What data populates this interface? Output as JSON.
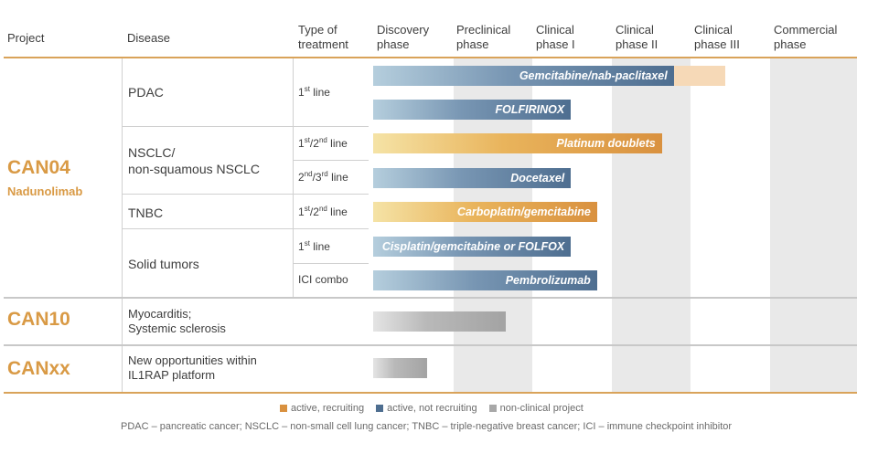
{
  "headers": {
    "project": "Project",
    "disease": "Disease",
    "treatment": "Type of\ntreatment",
    "phases": [
      "Discovery\nphase",
      "Preclinical\nphase",
      "Clinical\nphase I",
      "Clinical\nphase II",
      "Clinical\nphase III",
      "Commercial\nphase"
    ]
  },
  "projects": {
    "can04": {
      "name": "CAN04",
      "sub": "Nadunolimab"
    },
    "can10": {
      "name": "CAN10"
    },
    "canxx": {
      "name": "CANxx"
    }
  },
  "diseases": {
    "pdac": "PDAC",
    "nsclc": "NSCLC/\nnon-squamous NSCLC",
    "tnbc": "TNBC",
    "solid": "Solid tumors",
    "myo": "Myocarditis;\nSystemic sclerosis",
    "newopp": "New opportunities within\nIL1RAP platform"
  },
  "treatments": {
    "t1": {
      "pre": "1",
      "sup": "st",
      "post": " line"
    },
    "t2": {
      "pre": "1",
      "sup": "st",
      "mid": "/2",
      "sup2": "nd",
      "post": " line"
    },
    "t3": {
      "pre": "2",
      "sup": "nd",
      "mid": "/3",
      "sup2": "rd",
      "post": " line"
    },
    "t4": {
      "pre": "1",
      "sup": "st",
      "mid": "/2",
      "sup2": "nd",
      "post": " line"
    },
    "t5": {
      "pre": "1",
      "sup": "st",
      "post": " line"
    },
    "t6": {
      "pre": "ICI",
      "post": " combo"
    }
  },
  "colors": {
    "active_recruiting": "#d9913f",
    "active_not_recruiting": "#4e6e90",
    "non_clinical": "#a8a8a8",
    "accent": "#d99a45",
    "planned": "#f6d9b7"
  },
  "chart_data": {
    "type": "bar",
    "categories": [
      "Discovery phase",
      "Preclinical phase",
      "Clinical phase I",
      "Clinical phase II",
      "Clinical phase III",
      "Commercial phase"
    ],
    "bars": [
      {
        "project": "CAN04",
        "disease": "PDAC",
        "treatment": "1st line",
        "label": "Gemcitabine/nab-paclitaxel",
        "status": "active_not_recruiting",
        "progress": 3.8,
        "extended": 4.45
      },
      {
        "project": "CAN04",
        "disease": "PDAC",
        "treatment": "1st line",
        "label": "FOLFIRINOX",
        "status": "active_not_recruiting",
        "progress": 2.5
      },
      {
        "project": "CAN04",
        "disease": "NSCLC/non-squamous NSCLC",
        "treatment": "1st/2nd line",
        "label": "Platinum doublets",
        "status": "active_recruiting",
        "progress": 3.65
      },
      {
        "project": "CAN04",
        "disease": "NSCLC/non-squamous NSCLC",
        "treatment": "2nd/3rd line",
        "label": "Docetaxel",
        "status": "active_not_recruiting",
        "progress": 2.5
      },
      {
        "project": "CAN04",
        "disease": "TNBC",
        "treatment": "1st/2nd line",
        "label": "Carboplatin/gemcitabine",
        "status": "active_recruiting",
        "progress": 2.83
      },
      {
        "project": "CAN04",
        "disease": "Solid tumors",
        "treatment": "1st line",
        "label": "Cisplatin/gemcitabine or FOLFOX",
        "status": "active_not_recruiting",
        "progress": 2.5
      },
      {
        "project": "CAN04",
        "disease": "Solid tumors",
        "treatment": "ICI combo",
        "label": "Pembrolizumab",
        "status": "active_not_recruiting",
        "progress": 2.83
      },
      {
        "project": "CAN10",
        "disease": "Myocarditis; Systemic sclerosis",
        "treatment": "",
        "label": "",
        "status": "non_clinical",
        "progress": 1.68
      },
      {
        "project": "CANxx",
        "disease": "New opportunities within IL1RAP platform",
        "treatment": "",
        "label": "",
        "status": "non_clinical",
        "progress": 0.68
      }
    ]
  },
  "legend": {
    "active": "active, recruiting",
    "notrec": "active, not recruiting",
    "nonclin": "non-clinical project"
  },
  "footnote": "PDAC – pancreatic cancer; NSCLC – non-small cell lung cancer; TNBC – triple-negative breast cancer; ICI – immune checkpoint inhibitor"
}
